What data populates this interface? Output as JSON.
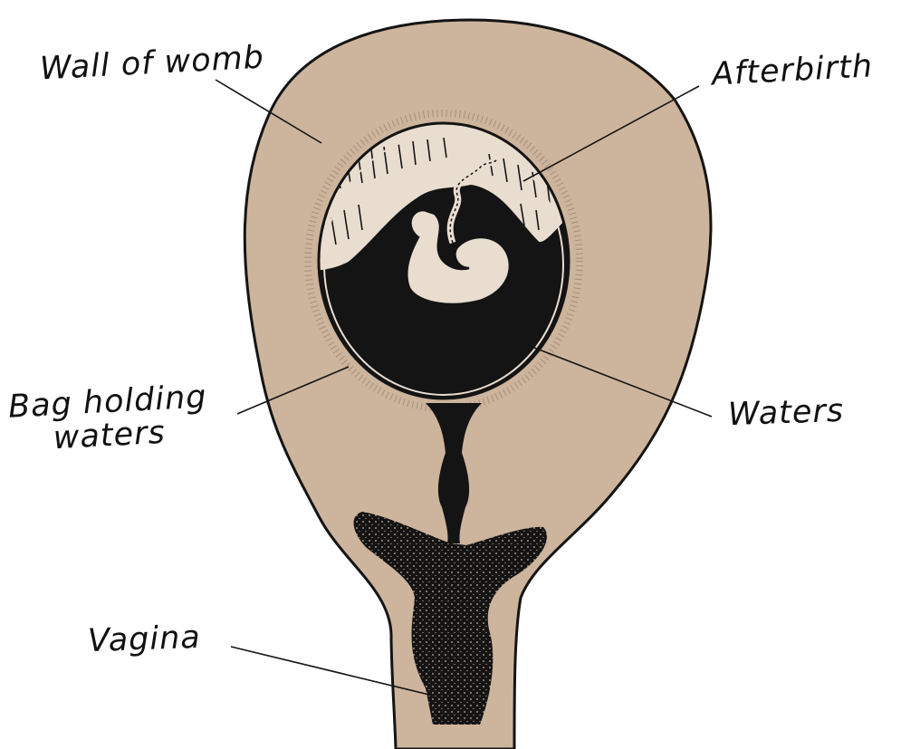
{
  "labels": {
    "wall_of_womb": "Wall of womb",
    "afterbirth": "Afterbirth",
    "bag_line1": "Bag holding",
    "bag_line2": "waters",
    "waters": "Waters",
    "vagina": "Vagina"
  },
  "colors": {
    "womb_fill": "#cdb49c",
    "ink": "#141414",
    "placenta": "#e9ddd0",
    "background": "#ffffff"
  }
}
